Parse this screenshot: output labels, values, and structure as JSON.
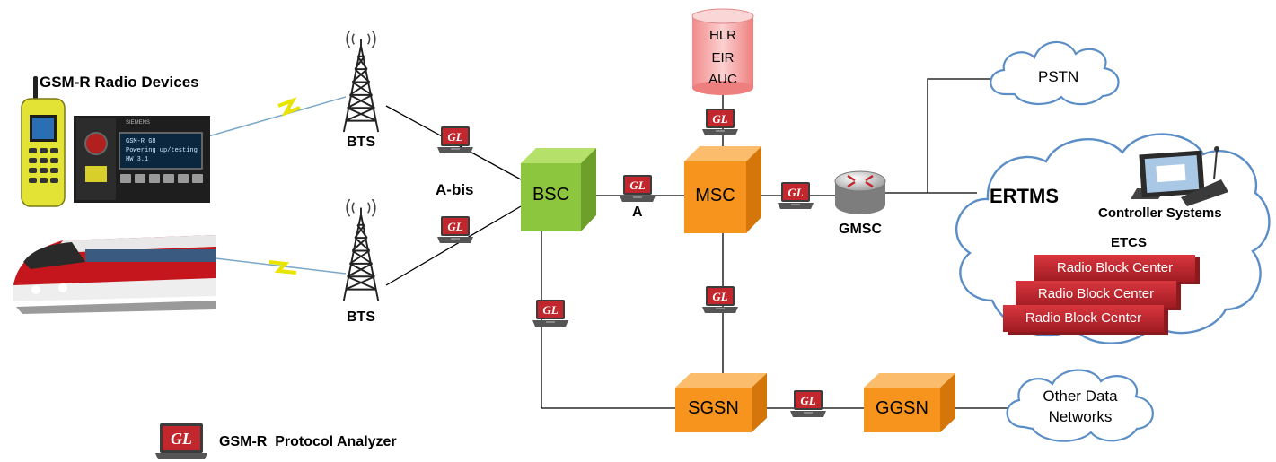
{
  "devices_title": "GSM-R Radio Devices",
  "bts_top": "BTS",
  "bts_bottom": "BTS",
  "abis": "A-bis",
  "a_interface": "A",
  "bsc": "BSC",
  "msc": "MSC",
  "sgsn": "SGSN",
  "ggsn": "GGSN",
  "gmsc": "GMSC",
  "db": [
    "HLR",
    "EIR",
    "AUC"
  ],
  "pstn": "PSTN",
  "ertms": "ERTMS",
  "controller": "Controller Systems",
  "etcs": "ETCS",
  "rbc": [
    "Radio Block Center",
    "Radio Block Center",
    "Radio Block Center"
  ],
  "other_networks": [
    "Other Data",
    "Networks"
  ],
  "analyzer_logo": "GL",
  "legend": "GSM-R  Protocol Analyzer",
  "screen_text": [
    "SIEMENS",
    "GSM-R G8",
    "Powering up/testing",
    "HW 3.1"
  ],
  "colors": {
    "bsc": "#8cc63f",
    "core": "#f7941d",
    "db": "#f4a8a8",
    "cloud_stroke": "#5b8ec7",
    "rbc": "#c0262d",
    "gl_red": "#c1272d",
    "train": "#c4161c",
    "handset": "#e3e336"
  }
}
